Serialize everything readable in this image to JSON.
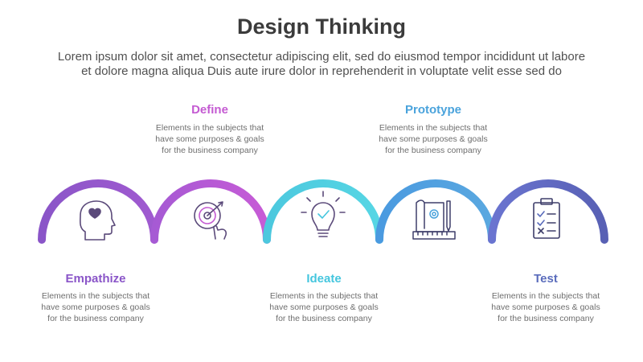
{
  "title": "Design Thinking",
  "subtitle_line1": "Lorem ipsum dolor sit amet, consectetur adipiscing elit, sed do eiusmod tempor incididunt ut labore",
  "subtitle_line2": "et dolore magna aliqua Duis aute irure dolor in reprehenderit in voluptate velit esse sed do",
  "steps": [
    {
      "title": "Empathize",
      "icon": "head-heart-icon",
      "color": "#8a55c8",
      "desc1": "Elements in the subjects that",
      "desc2": "have  some purposes & goals",
      "desc3": "for the  business company"
    },
    {
      "title": "Define",
      "icon": "target-hand-icon",
      "color": "#c45ad2",
      "desc1": "Elements in the subjects that",
      "desc2": "have  some purposes & goals",
      "desc3": "for the  business company"
    },
    {
      "title": "Ideate",
      "icon": "lightbulb-check-icon",
      "color": "#45c6de",
      "desc1": "Elements in the subjects that",
      "desc2": "have  some purposes & goals",
      "desc3": "for the  business company"
    },
    {
      "title": "Prototype",
      "icon": "blueprint-ruler-icon",
      "color": "#4aa3dc",
      "desc1": "Elements in the subjects that",
      "desc2": "have  some purposes & goals",
      "desc3": "for the  business company"
    },
    {
      "title": "Test",
      "icon": "clipboard-checklist-icon",
      "color": "#5a6cbc",
      "desc1": "Elements in the subjects that",
      "desc2": "have  some purposes & goals",
      "desc3": "for the  business company"
    }
  ]
}
